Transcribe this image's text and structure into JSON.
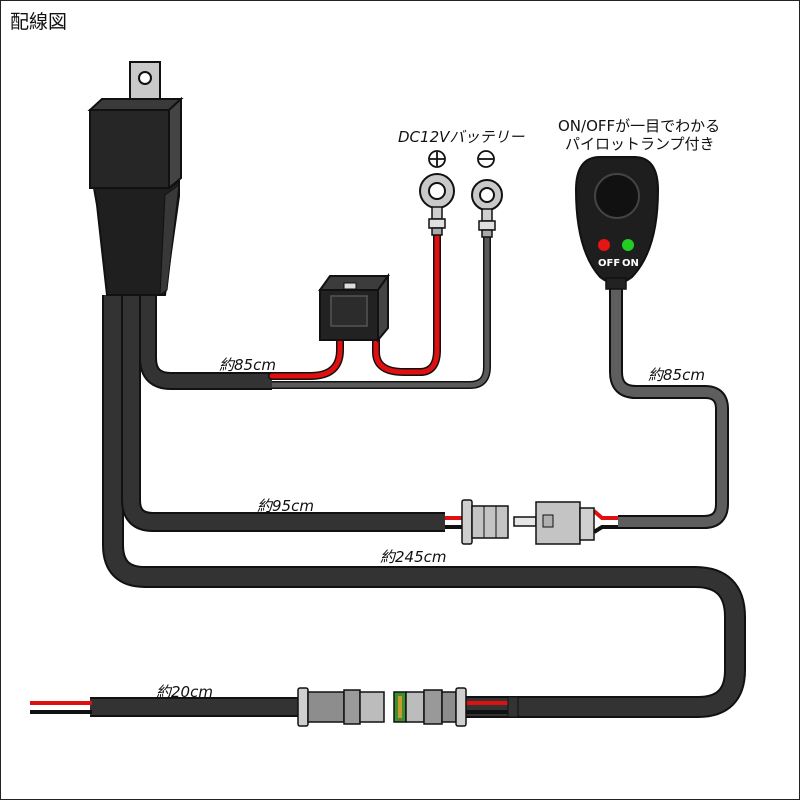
{
  "title": "配線図",
  "battery_label": "DC12Vバッテリー",
  "plus_symbol": "⊕",
  "minus_symbol": "⊖",
  "switch": {
    "caption_line1": "ON/OFFが一目でわかる",
    "caption_line2": "パイロットランプ付き",
    "off_label": "OFF",
    "on_label": "ON",
    "led_off_color": "#e51515",
    "led_on_color": "#22cc22"
  },
  "lengths": {
    "battery_cable": "約85cm",
    "switch_cable": "約85cm",
    "switch_link": "約95cm",
    "main_cable": "約245cm",
    "light_lead": "約20cm"
  },
  "colors": {
    "positive_wire": "#e01010",
    "negative_wire": "#5a5a5a",
    "sheath": "#2e2e2e",
    "connector_grey": "#b9b9b9"
  },
  "icons": [
    "relay-icon",
    "fuse-holder-icon",
    "ring-terminal-icon",
    "switch-icon",
    "connector-icon"
  ]
}
